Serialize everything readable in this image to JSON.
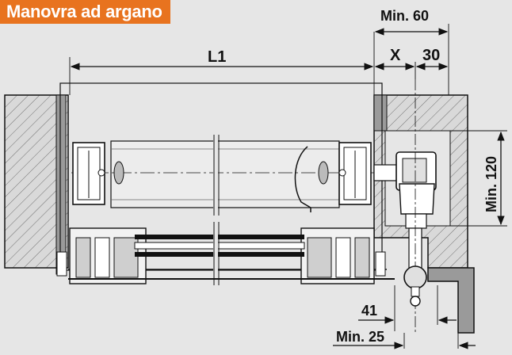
{
  "title": "Manovra ad argano",
  "dimensions": {
    "min60": "Min. 60",
    "l1": "L1",
    "x": "X",
    "d30": "30",
    "min120": "Min. 120",
    "d41": "41",
    "min25": "Min. 25"
  },
  "colors": {
    "tag": "#e8731f",
    "background": "#e6e6e6",
    "wall": "#d7d7d7",
    "line": "#111111"
  }
}
